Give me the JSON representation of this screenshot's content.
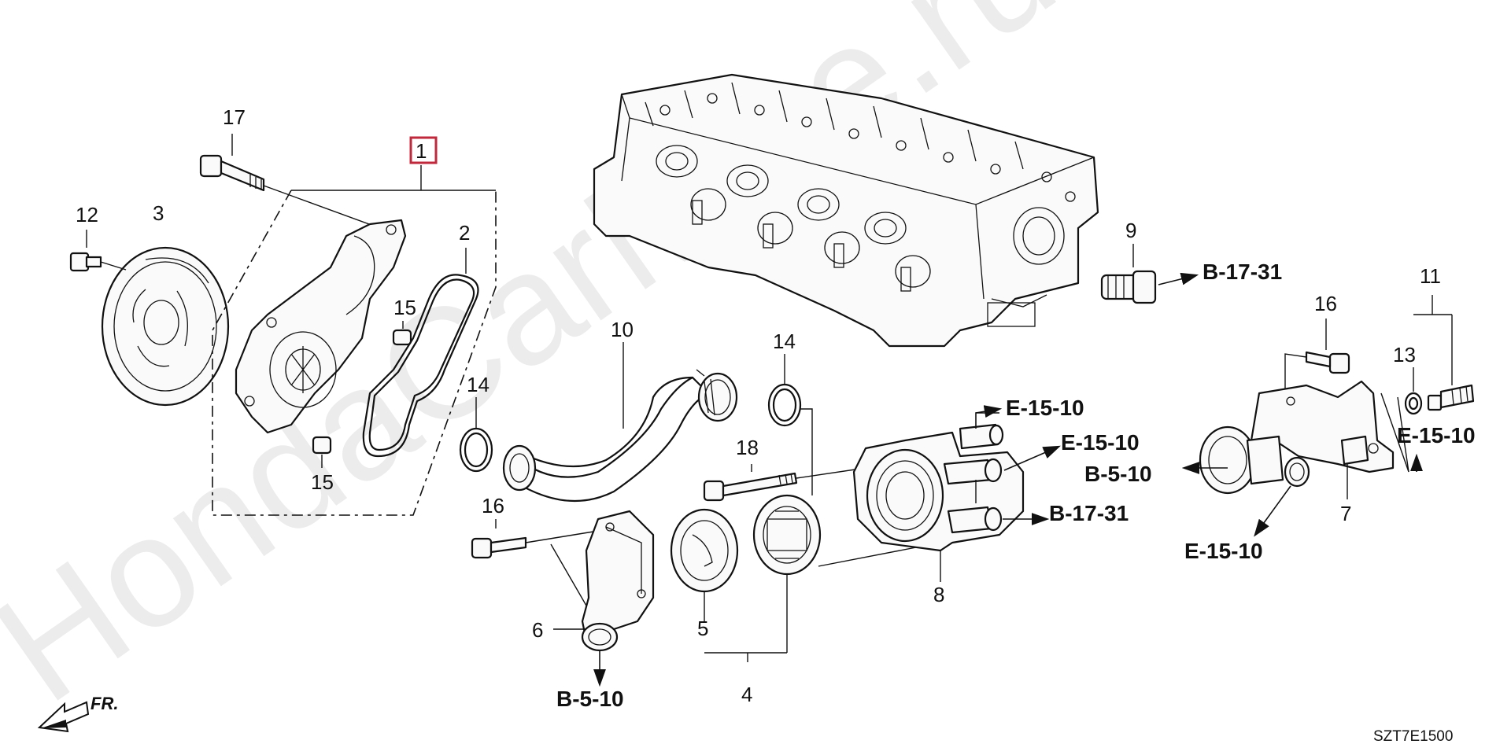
{
  "watermark": "HondaCarMine.ru",
  "part_numbers": {
    "p1": "1",
    "p2": "2",
    "p3": "3",
    "p4": "4",
    "p5": "5",
    "p6": "6",
    "p7": "7",
    "p8": "8",
    "p9": "9",
    "p10": "10",
    "p11": "11",
    "p12": "12",
    "p13": "13",
    "p14a": "14",
    "p14b": "14",
    "p15a": "15",
    "p15b": "15",
    "p16a": "16",
    "p16b": "16",
    "p17": "17",
    "p18": "18"
  },
  "references": {
    "b1731_top": "B-17-31",
    "e1510_a": "E-15-10",
    "e1510_b": "E-15-10",
    "b510_mid": "B-5-10",
    "b1731_mid": "B-17-31",
    "e1510_right": "E-15-10",
    "e1510_bottom": "E-15-10",
    "b510_bottom": "B-5-10"
  },
  "direction_label": "FR.",
  "diagram_code": "SZT7E1500",
  "colors": {
    "line": "#111111",
    "highlight_box": "#c0283c",
    "watermark": "#ececec"
  }
}
